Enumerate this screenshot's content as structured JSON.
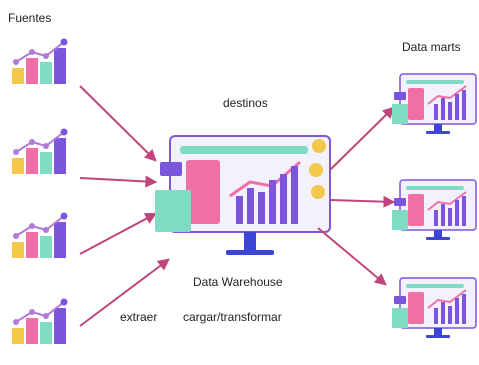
{
  "labels": {
    "sources": "Fuentes",
    "destinations": "destinos",
    "data_marts": "Data marts",
    "warehouse": "Data Warehouse",
    "extract": "extraer",
    "load_transform": "cargar/transformar"
  },
  "colors": {
    "arrow": "#c0457a",
    "purple": "#7b55dc",
    "pink": "#f06fa7",
    "mint": "#7fdcc3",
    "teal": "#6fd3c0",
    "yellow": "#f2c74a",
    "monitor_stand": "#3c46d6",
    "screen_bg": "#f4f1ff"
  },
  "icons": {
    "source": "bar-chart-growth-icon",
    "warehouse": "analytics-monitor-icon",
    "data_mart": "analytics-monitor-icon"
  }
}
